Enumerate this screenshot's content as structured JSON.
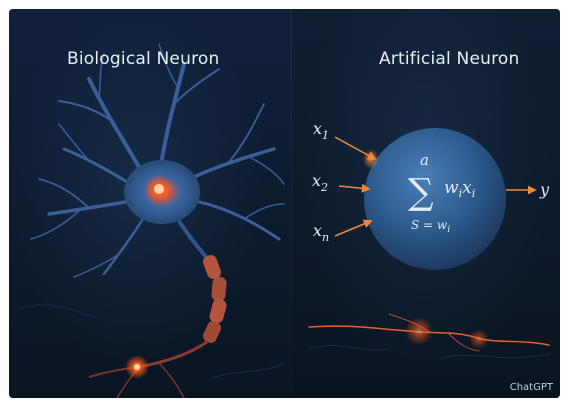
{
  "panels": {
    "left": {
      "title": "Biological Neuron"
    },
    "right": {
      "title": "Artificial Neuron"
    }
  },
  "formula": {
    "inputs": [
      "x",
      "x",
      "x"
    ],
    "input_subscripts": [
      "1",
      "2",
      "n"
    ],
    "sum_upper": "a",
    "sum_symbol": "∑",
    "sum_term": "w",
    "sum_term_sub": "i",
    "sum_term_2": "x",
    "sum_term_2_sub": "i",
    "sum_lower": "S = w",
    "sum_lower_sub": "i",
    "output": "y"
  },
  "colors": {
    "background": "#0c1a2c",
    "neuron_body": "#2f5d95",
    "nucleus": "#ff6a2a",
    "axon": "#b4563e",
    "arrow": "#f08a3a",
    "glow": "#ff5a1a"
  },
  "watermark": "ChatGPT"
}
